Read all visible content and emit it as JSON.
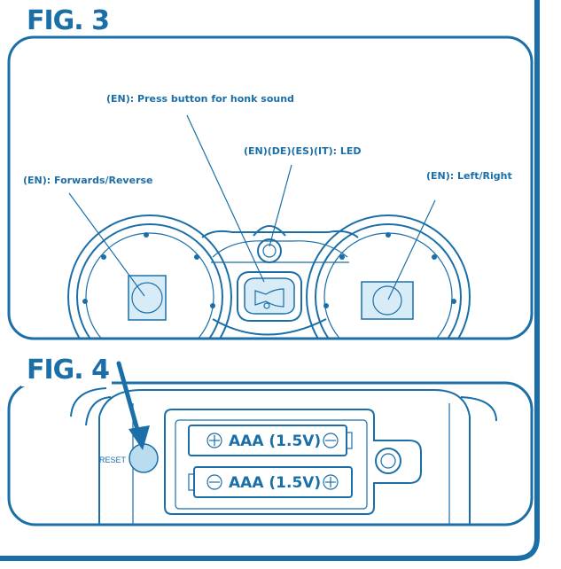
{
  "figures": {
    "fig3": {
      "title": "FIG. 3",
      "labels": {
        "honk": "(EN): Press button for honk sound",
        "led": "(EN)(DE)(ES)(IT): LED",
        "forward": "(EN): Forwards/Reverse",
        "steer": "(EN): Left/Right"
      }
    },
    "fig4": {
      "title": "FIG. 4",
      "reset_label": "RESET",
      "battery1": "AAA (1.5V)",
      "battery2": "AAA (1.5V)"
    }
  },
  "colors": {
    "line": "#1b6fa8",
    "tint": "#d7ecf7",
    "reset_fill": "#b9dcef"
  }
}
